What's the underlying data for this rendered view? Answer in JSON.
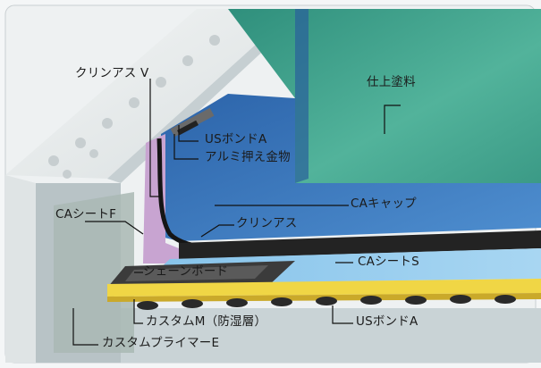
{
  "labels": {
    "clinias_v": "クリンアス V",
    "finish_paint": "仕上塗料",
    "us_bond_a_top": "USボンドA",
    "aluminum_bar": "アルミ押え金物",
    "ca_sheet_f": "CAシートF",
    "ca_cap": "CAキャップ",
    "clinias": "クリンアス",
    "ca_sheet_s": "CAシートS",
    "shane_board": "シェーンボード",
    "custom_m": "カスタムM（防湿層）",
    "us_bond_a_bottom": "USボンドA",
    "custom_primer_e": "カスタムプライマーE"
  },
  "colors": {
    "background": "#f4f6f7",
    "parapet": "#e6e9ea",
    "parapet_inner": "#cdd8dc",
    "finish_coat": "#3aa089",
    "wall_panel_blue": "#2f6fb3",
    "ca_sheet_f_purple": "#c7a2d0",
    "ca_sheet_s_blue": "#6fb3e0",
    "shane_board_dark": "#3a3a3a",
    "custom_m_yellow": "#f2d84a",
    "primer_gray": "#b7c3c6",
    "leader_line": "#111111"
  }
}
